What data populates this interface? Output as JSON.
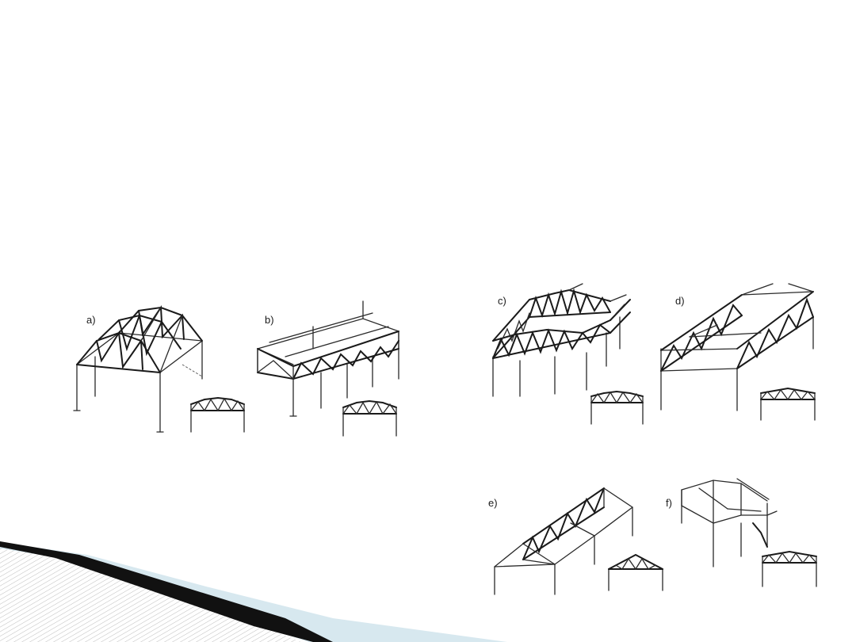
{
  "slide": {
    "decor": {
      "hatch_color": "#c8c8c8",
      "band_light_color": "#d7e8ef",
      "band_dark_color": "#111111"
    },
    "panels": [
      {
        "id": "a",
        "label": "a)"
      },
      {
        "id": "b",
        "label": "b)"
      },
      {
        "id": "c",
        "label": "c)"
      },
      {
        "id": "d",
        "label": "d)"
      },
      {
        "id": "e",
        "label": "e)"
      },
      {
        "id": "f",
        "label": "f)"
      }
    ]
  }
}
